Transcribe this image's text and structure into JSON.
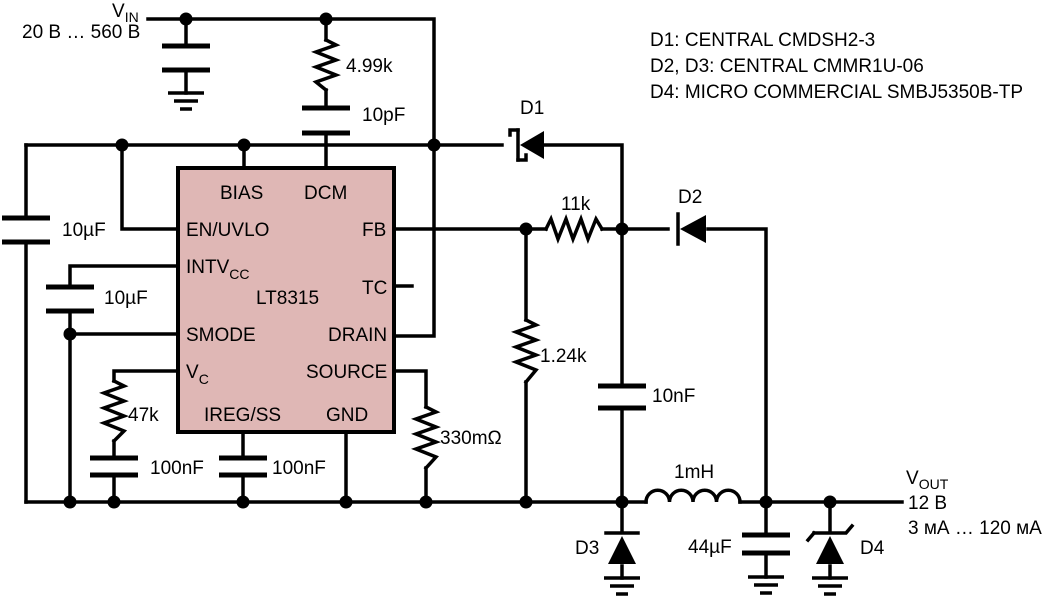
{
  "ic": {
    "name": "LT8315",
    "pins": {
      "bias": "BIAS",
      "dcm": "DCM",
      "en_uvlo": "EN/UVLO",
      "fb": "FB",
      "intvcc_main": "INTV",
      "intvcc_sub": "CC",
      "tc": "TC",
      "smode": "SMODE",
      "drain": "DRAIN",
      "vc_main": "V",
      "vc_sub": "C",
      "source": "SOURCE",
      "ireg_ss": "IREG/SS",
      "gnd": "GND"
    }
  },
  "input": {
    "symbol_main": "V",
    "symbol_sub": "IN",
    "range": "20 В … 560 В"
  },
  "output": {
    "symbol_main": "V",
    "symbol_sub": "OUT",
    "voltage": "12 В",
    "current": "3 мА … 120 мА"
  },
  "components": {
    "r_snubber": "4.99k",
    "c_snubber": "10pF",
    "c_bias": "10µF",
    "c_intvcc": "10µF",
    "r_vc": "47k",
    "c_vc": "100nF",
    "c_ss": "100nF",
    "r_sense": "330mΩ",
    "r_fb_top": "11k",
    "r_fb_bot": "1.24k",
    "c_fb": "10nF",
    "inductor": "1mH",
    "c_out": "44µF",
    "d1": "D1",
    "d2": "D2",
    "d3": "D3",
    "d4": "D4"
  },
  "notes": [
    "D1: CENTRAL CMDSH2-3",
    "D2, D3: CENTRAL CMMR1U-06",
    "D4: MICRO COMMERCIAL SMBJ5350B-TP"
  ]
}
